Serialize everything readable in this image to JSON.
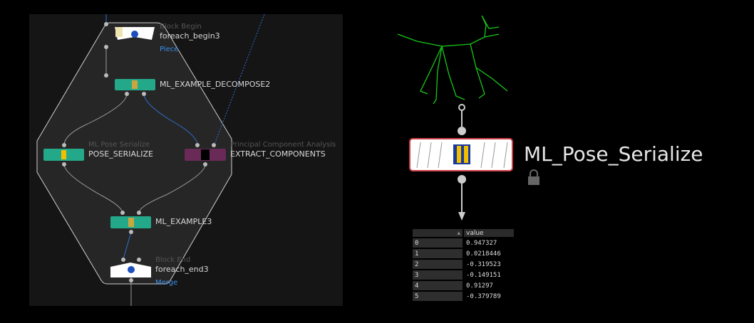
{
  "network": {
    "nodes": [
      {
        "type_label": "Block Begin",
        "name": "foreach_begin3",
        "output_label": "Piece"
      },
      {
        "name": "ML_EXAMPLE_DECOMPOSE2"
      },
      {
        "type_label": "ML Pose Serialize",
        "name": "POSE_SERIALIZE"
      },
      {
        "type_label": "Principal Component Analysis",
        "name": "EXTRACT_COMPONENTS"
      },
      {
        "name": "ML_EXAMPLE3"
      },
      {
        "type_label": "Block End",
        "name": "foreach_end3",
        "output_label": "Merge"
      }
    ]
  },
  "detail": {
    "node_title": "ML_Pose_Serialize",
    "table": {
      "headers": [
        "",
        "value"
      ],
      "rows": [
        [
          "0",
          "0.947327"
        ],
        [
          "1",
          "0.0218446"
        ],
        [
          "2",
          "-0.319523"
        ],
        [
          "3",
          "-0.149151"
        ],
        [
          "4",
          "0.91297"
        ],
        [
          "5",
          "-0.379789"
        ]
      ]
    }
  },
  "colors": {
    "ml_node": "#23a98a",
    "pca_node": "#6a2a57",
    "selected_border": "#d0404a",
    "wire_blue": "#2f6fd0",
    "skeleton": "#18c818"
  }
}
